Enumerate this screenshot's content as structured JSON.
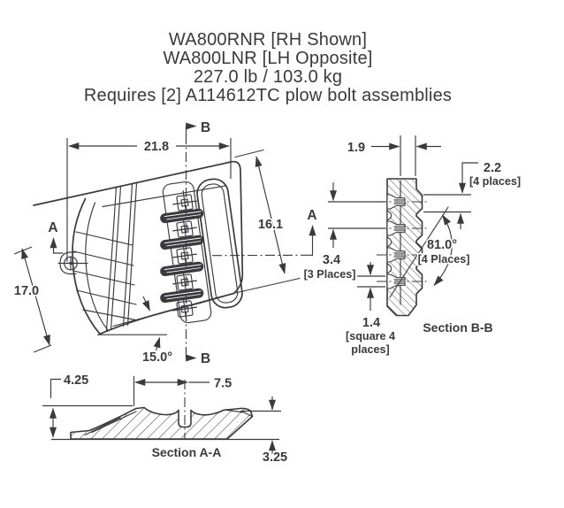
{
  "title": {
    "line1": "WA800RNR [RH Shown]",
    "line2": "WA800LNR [LH Opposite]",
    "line3": "227.0 lb / 103.0 kg",
    "line4": "Requires [2] A114612TC plow bolt assemblies"
  },
  "colors": {
    "ink": "#3a3a3e",
    "paper": "#ffffff"
  },
  "main_view": {
    "dim_width": "21.8",
    "dim_height_left": "17.0",
    "dim_height_right": "16.1",
    "dim_angle": "15.0°",
    "mark_a": "A",
    "mark_b": "B"
  },
  "section_bb": {
    "label": "Section B-B",
    "dim_thickness": "1.9",
    "dim_spacing_top": "2.2",
    "note_spacing_top": "[4 places]",
    "dim_hole_spacing": "3.4",
    "note_hole_spacing": "[3 Places]",
    "dim_angle": "81.0°",
    "note_angle": "[4 Places]",
    "dim_square": "1.4",
    "note_square_line1": "[square 4",
    "note_square_line2": "places]"
  },
  "section_aa": {
    "label": "Section A-A",
    "dim_left_height": "4.25",
    "dim_width": "7.5",
    "dim_right_height": "3.25"
  }
}
